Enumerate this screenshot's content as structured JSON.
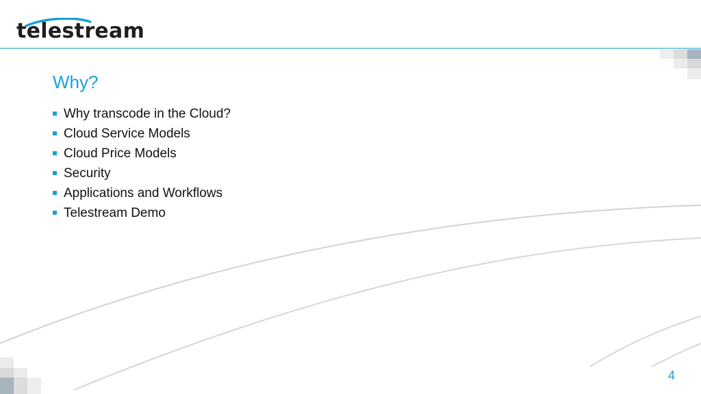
{
  "logo": {
    "text": "telestream",
    "arc_color": "#1a9fd9"
  },
  "slide": {
    "title": "Why?",
    "bullets": [
      "Why transcode in the Cloud?",
      "Cloud Service Models",
      "Cloud Price Models",
      "Security",
      "Applications and Workflows",
      "Telestream Demo"
    ],
    "page_number": "4"
  },
  "colors": {
    "accent": "#1a9fd9",
    "text": "#111111",
    "rule": "#2b9fcf",
    "curve": "#d2d2d2"
  }
}
